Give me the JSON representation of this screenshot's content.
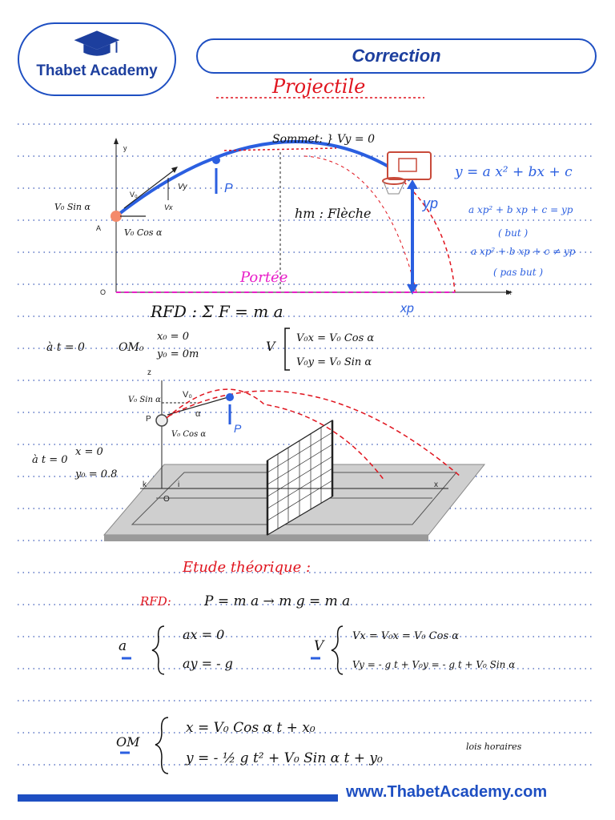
{
  "header": {
    "logo_text": "Thabet Academy",
    "title": "Correction"
  },
  "notes": {
    "heading": "Projectile",
    "sommet": "Sommet: } Vy = 0",
    "v0sina": "V₀ Sin α",
    "v0cosa": "V₀ Cos α",
    "hm": "hm : Flèche",
    "portee": "Portée",
    "point_a": "A",
    "origin_o": "O",
    "axis_x": "x",
    "axis_y": "y",
    "vec_v0": "V₀",
    "vec_vy": "Vy",
    "vec_vx": "Vx",
    "vec_p": "P",
    "eq_parabola": "y = a x² + bx + c",
    "eq_cond1": "a xp² + b xp + c = yp",
    "eq_cond1_note": "( but )",
    "eq_cond2": "a xp² + b xp + c ≠ yp",
    "eq_cond2_note": "( pas but )",
    "label_yp": "yp",
    "label_xp": "xp",
    "rfd_sum": "RFD : Σ F = m a",
    "t0_label": "à t = 0",
    "om0_label": "OM₀",
    "om0_x": "x₀ = 0",
    "om0_y": "y₀ = 0m",
    "v0_label": "V",
    "v0x": "V₀x = V₀ Cos α",
    "v0y": "V₀y = V₀ Sin α",
    "fig2_z": "z",
    "fig2_v0": "V₀",
    "fig2_v0sin": "V₀ Sin α",
    "fig2_v0cos": "V₀ Cos α",
    "fig2_alpha": "α",
    "fig2_p": "P",
    "fig2_o": "O",
    "fig2_i": "i",
    "fig2_k": "k",
    "fig2_x": "x",
    "t0b_x": "x = 0",
    "t0b_y": "y₀ = 0.8",
    "etude": "Etude théorique :",
    "rfd2": "RFD:",
    "rfd2_eq": "P = m a  →  m g = m a",
    "acc_label": "a",
    "ax": "ax = 0",
    "ay": "ay = - g",
    "vel_label": "V",
    "vx": "Vx = V₀x = V₀ Cos α",
    "vy": "Vy = - g t + V₀y = - g t + V₀ Sin α",
    "om_label": "OM",
    "xt": "x = V₀ Cos α t + x₀",
    "yt": "y = - ½ g t² + V₀ Sin α t + y₀",
    "horaire": "lois horaires"
  },
  "footer": {
    "url": "www.ThabetAcademy.com"
  },
  "colors": {
    "brand_blue": "#1e4fc2",
    "ink_red": "#e0141e",
    "ink_magenta": "#e81ec8",
    "ink_blue": "#2b5fe0"
  }
}
